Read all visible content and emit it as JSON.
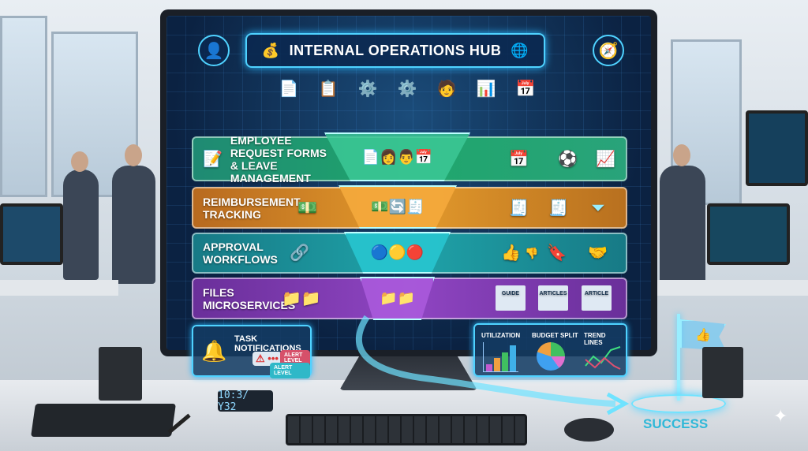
{
  "hub": {
    "title": "INTERNAL OPERATIONS HUB"
  },
  "bands": [
    {
      "label": "EMPLOYEE REQUEST FORMS & LEAVE MANAGEMENT",
      "color": "#1fa66c"
    },
    {
      "label": "REIMBURSEMENT TRACKING",
      "color": "#e39a2c"
    },
    {
      "label": "APPROVAL WORKFLOWS",
      "color": "#1fa3a9"
    },
    {
      "label": "FILES MICROSERVICES",
      "color": "#8f45c2"
    }
  ],
  "files_docs": [
    "GUIDE",
    "ARTICLES",
    "ARTICLE"
  ],
  "notifications": {
    "title": "TASK NOTIFICATIONS",
    "alert1": "ALERT LEVEL",
    "alert2": "ALERT LEVEL"
  },
  "charts": {
    "utilization": "UTILIZATION",
    "budget": "BUDGET SPLIT",
    "trend": "TREND LINES"
  },
  "clock": "10:3/ Y32",
  "success": "SUCCESS",
  "accent": "#4fd2ff"
}
